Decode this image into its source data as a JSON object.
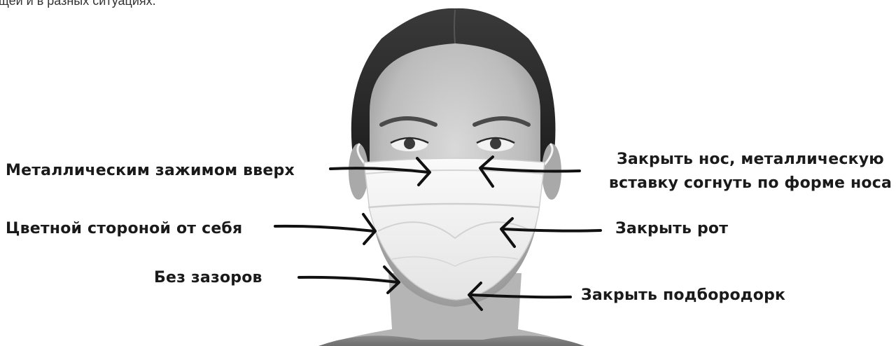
{
  "header_fragment": "щей и в разных ситуациях.",
  "labels": {
    "metal_clip_up": "Металлическим зажимом вверх",
    "colored_side_out": "Цветной стороной от себя",
    "no_gaps": "Без зазоров",
    "cover_nose": "Закрыть нос, металлическую\nвставку согнуть по форме носа",
    "cover_mouth": "Закрыть рот",
    "cover_chin": "Закрыть подбородорк"
  }
}
